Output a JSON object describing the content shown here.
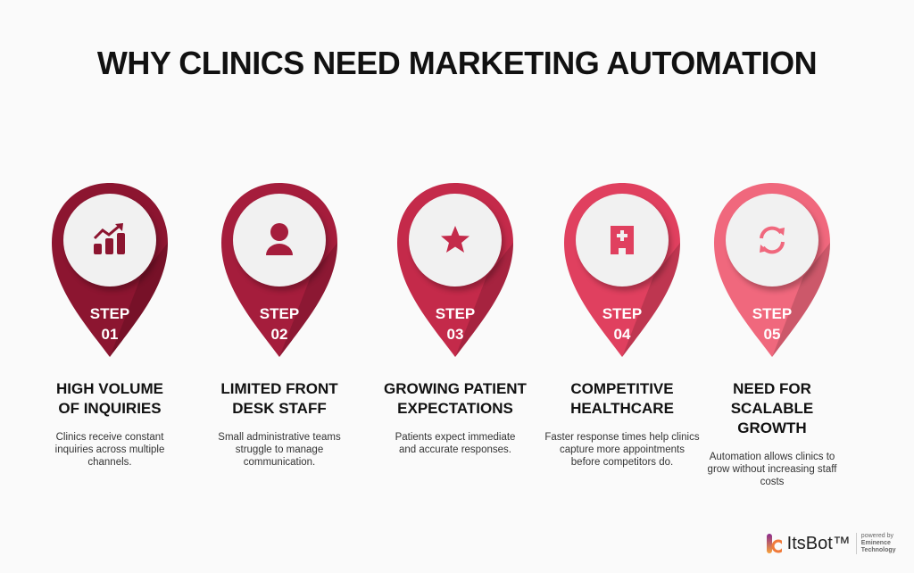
{
  "title": "WHY CLINICS NEED MARKETING AUTOMATION",
  "steps": [
    {
      "label": "STEP",
      "num": "01",
      "icon": "growth-chart-icon",
      "color": "#8c1530",
      "heading": "HIGH VOLUME OF INQUIRIES",
      "desc": "Clinics receive constant inquiries across multiple channels."
    },
    {
      "label": "STEP",
      "num": "02",
      "icon": "person-icon",
      "color": "#a51d3c",
      "heading": "LIMITED FRONT DESK STAFF",
      "desc": "Small administrative teams struggle to manage communication."
    },
    {
      "label": "STEP",
      "num": "03",
      "icon": "star-icon",
      "color": "#c42a4a",
      "heading": "GROWING PATIENT EXPECTATIONS",
      "desc": "Patients expect immediate and accurate responses."
    },
    {
      "label": "STEP",
      "num": "04",
      "icon": "hospital-icon",
      "color": "#e0405f",
      "heading": "COMPETITIVE HEALTHCARE",
      "desc": "Faster response times help clinics capture more appointments before competitors do."
    },
    {
      "label": "STEP",
      "num": "05",
      "icon": "refresh-icon",
      "color": "#f0687d",
      "heading": "NEED FOR SCALABLE GROWTH",
      "desc": "Automation allows clinics to grow without increasing staff costs"
    }
  ],
  "logo": {
    "name": "ItsBot™",
    "powered": "powered by",
    "company": "Eminence Technology"
  }
}
